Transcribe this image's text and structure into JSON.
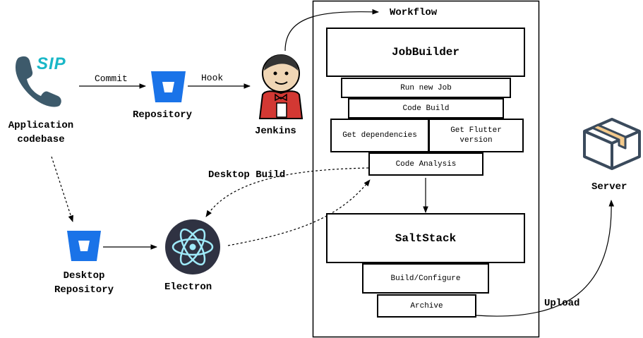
{
  "labels": {
    "workflow": "Workflow",
    "commit": "Commit",
    "hook": "Hook",
    "repository": "Repository",
    "jenkins": "Jenkins",
    "application_codebase_line1": "Application",
    "application_codebase_line2": "codebase",
    "desktop_build": "Desktop Build",
    "desktop_repository_line1": "Desktop",
    "desktop_repository_line2": "Repository",
    "electron": "Electron",
    "server": "Server",
    "upload": "Upload",
    "sip": "SIP"
  },
  "workflow": {
    "jobbuilder": "JobBuilder",
    "run_new_job": "Run new Job",
    "code_build": "Code Build",
    "get_dependencies": "Get dependencies",
    "get_flutter_line1": "Get Flutter",
    "get_flutter_line2": "version",
    "code_analysis": "Code Analysis",
    "saltstack": "SaltStack",
    "build_configure": "Build/Configure",
    "archive": "Archive"
  },
  "colors": {
    "bitbucket_blue": "#1a73e8",
    "sip_teal": "#19b7c7",
    "phone_slate": "#3d5a6b",
    "jenkins_red": "#d33833",
    "electron_dark": "#2f3242",
    "electron_light": "#9feaf9",
    "server_tan": "#f3c98b",
    "server_slate": "#3a4a5c"
  }
}
